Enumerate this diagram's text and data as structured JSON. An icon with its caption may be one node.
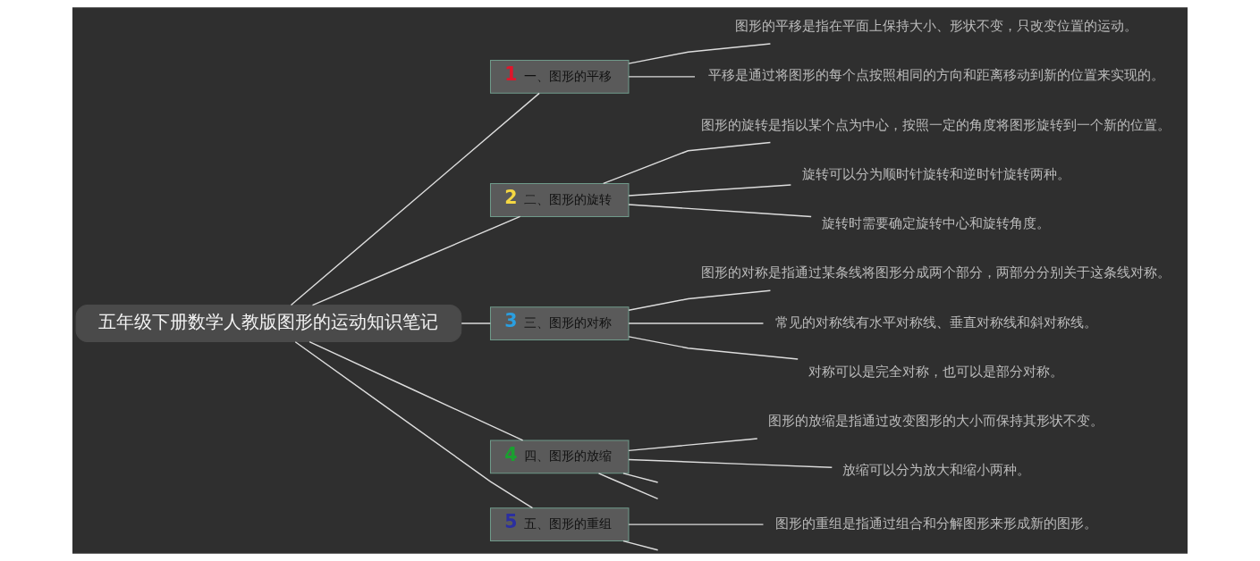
{
  "diagram": {
    "nodes": [
      {
        "text": [
          "五年级下册数学人教版图形的运动知识笔记"
        ]
      },
      {
        "text": [
          "1",
          "一、图形的平移"
        ]
      },
      {
        "text": [
          "图形的平移是指在平面上保持大小、形状不变，只改变位置的运动。"
        ]
      },
      {
        "text": [
          "平移是通过将图形的每个点按照相同的方向和距离移动到新的位置来实现的。"
        ]
      },
      {
        "text": [
          "2",
          "二、图形的旋转"
        ]
      },
      {
        "text": [
          "图形的旋转是指以某个点为中心，按照一定的角度将图形旋转到一个新的位置。"
        ]
      },
      {
        "text": [
          "旋转可以分为顺时针旋转和逆时针旋转两种。"
        ]
      },
      {
        "text": [
          "旋转时需要确定旋转中心和旋转角度。"
        ]
      },
      {
        "text": [
          "3",
          "三、图形的对称"
        ]
      },
      {
        "text": [
          "图形的对称是指通过某条线将图形分成两个部分，两部分分别关于这条线对称。"
        ]
      },
      {
        "text": [
          "常见的对称线有水平对称线、垂直对称线和斜对称线。"
        ]
      },
      {
        "text": [
          "对称可以是完全对称，也可以是部分对称。"
        ]
      },
      {
        "text": [
          "4",
          "四、图形的放缩"
        ]
      },
      {
        "text": [
          "图形的放缩是指通过改变图形的大小而保持其形状不变。"
        ]
      },
      {
        "text": [
          "放缩可以分为放大和缩小两种。"
        ]
      },
      {
        "text": [
          "5",
          "五、图形的重组"
        ]
      },
      {
        "text": [
          "图形的重组是指通过组合和分解图形来形成新的图形。"
        ]
      }
    ],
    "edges": [
      {
        "from": 0,
        "to": 1,
        "arrow": "none"
      },
      {
        "from": 0,
        "to": 4,
        "arrow": "none"
      },
      {
        "from": 0,
        "to": 8,
        "arrow": "none"
      },
      {
        "from": 0,
        "to": 12,
        "arrow": "none"
      },
      {
        "from": 0,
        "to": 15,
        "arrow": "none"
      },
      {
        "from": 1,
        "to": 2,
        "arrow": "none"
      },
      {
        "from": 1,
        "to": 3,
        "arrow": "none"
      },
      {
        "from": 4,
        "to": 5,
        "arrow": "none"
      },
      {
        "from": 4,
        "to": 6,
        "arrow": "none"
      },
      {
        "from": 4,
        "to": 7,
        "arrow": "none"
      },
      {
        "from": 8,
        "to": 9,
        "arrow": "none"
      },
      {
        "from": 8,
        "to": 10,
        "arrow": "none"
      },
      {
        "from": 8,
        "to": 11,
        "arrow": "none"
      },
      {
        "from": 12,
        "to": 13,
        "arrow": "none"
      },
      {
        "from": 12,
        "to": 14,
        "arrow": "none"
      },
      {
        "from": 12,
        "to": null,
        "arrow": "none"
      },
      {
        "from": 12,
        "to": null,
        "arrow": "none"
      },
      {
        "from": 15,
        "to": 16,
        "arrow": "none"
      },
      {
        "from": 15,
        "to": null,
        "arrow": "none"
      }
    ]
  }
}
